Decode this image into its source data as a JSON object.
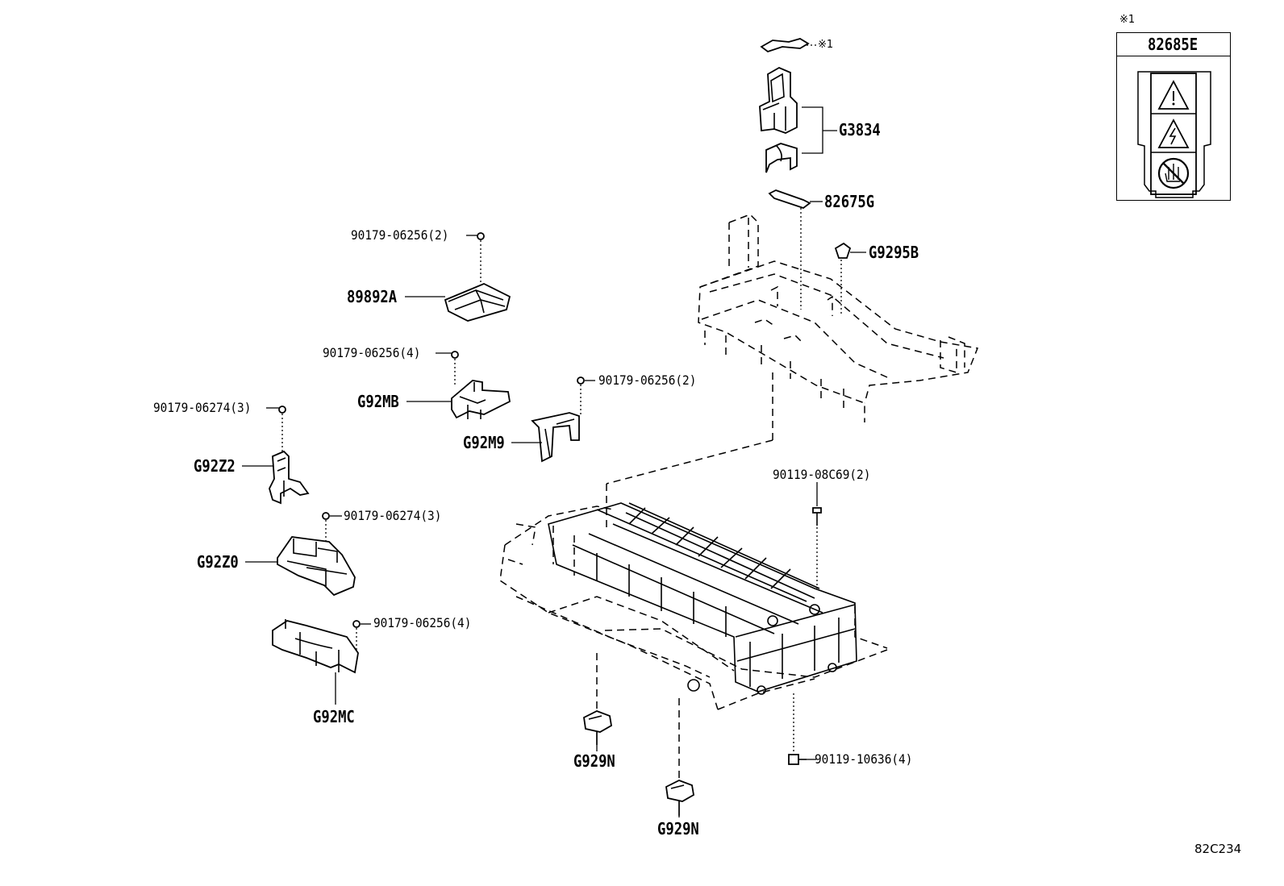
{
  "figure_ref": "82C234",
  "label_box": {
    "note_mark": "※1",
    "part_no": "82685E",
    "icons": [
      "warning-triangle-icon",
      "high-voltage-icon",
      "no-touch-icon"
    ]
  },
  "callouts": {
    "g3834": "G3834",
    "n82675g": "82675G",
    "g9295b": "G9295B",
    "note1": "※1",
    "nut_89892a": "90179-06256(2)",
    "n89892a": "89892A",
    "nut_g92mb": "90179-06256(4)",
    "g92mb": "G92MB",
    "nut_g92m9": "90179-06256(2)",
    "g92m9": "G92M9",
    "nut_g92z2": "90179-06274(3)",
    "g92z2": "G92Z2",
    "nut_g92z0": "90179-06274(3)",
    "g92z0": "G92Z0",
    "nut_g92mc": "90179-06256(4)",
    "g92mc": "G92MC",
    "bolt_top": "90119-08C69(2)",
    "bolt_bottom": "90119-10636(4)",
    "g929n_left": "G929N",
    "g929n_right": "G929N"
  }
}
